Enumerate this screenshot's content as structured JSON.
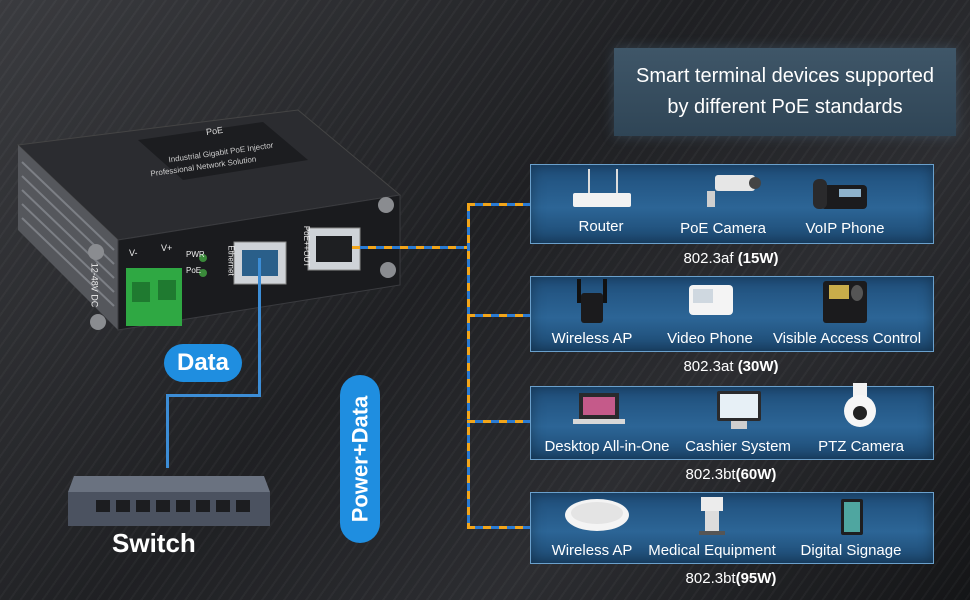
{
  "header": {
    "line1": "Smart terminal devices supported",
    "line2": "by different PoE standards"
  },
  "injector": {
    "brand": "PoE",
    "model_text": "Industrial Gigabit PoE Injector",
    "sub_text": "Professional Network Solution",
    "power_label": "12-48V DC",
    "v_minus": "V-",
    "v_plus": "V+",
    "led_pwr": "PWR",
    "led_poe": "PoE",
    "port_ethernet": "Ethernet",
    "port_poe_out": "PoE++OUT"
  },
  "labels": {
    "data": "Data",
    "power_data": "Power+Data",
    "switch": "Switch"
  },
  "groups": [
    {
      "standard": "802.3af",
      "power": "(15W)",
      "devices": [
        "Router",
        "PoE Camera",
        "VoIP Phone"
      ]
    },
    {
      "standard": "802.3at",
      "power": "(30W)",
      "devices": [
        "Wireless AP",
        "Video Phone",
        "Visible Access Control"
      ]
    },
    {
      "standard": "802.3bt",
      "power": "(60W)",
      "devices": [
        "Desktop All-in-One",
        "Cashier System",
        "PTZ Camera"
      ]
    },
    {
      "standard": "802.3bt",
      "power": "(95W)",
      "devices": [
        "Wireless AP",
        "Medical Equipment",
        "Digital Signage"
      ]
    }
  ],
  "colors": {
    "accent_blue": "#1f8ee0",
    "line_orange": "#f2a51a",
    "panel_blue": "#2c6596"
  }
}
